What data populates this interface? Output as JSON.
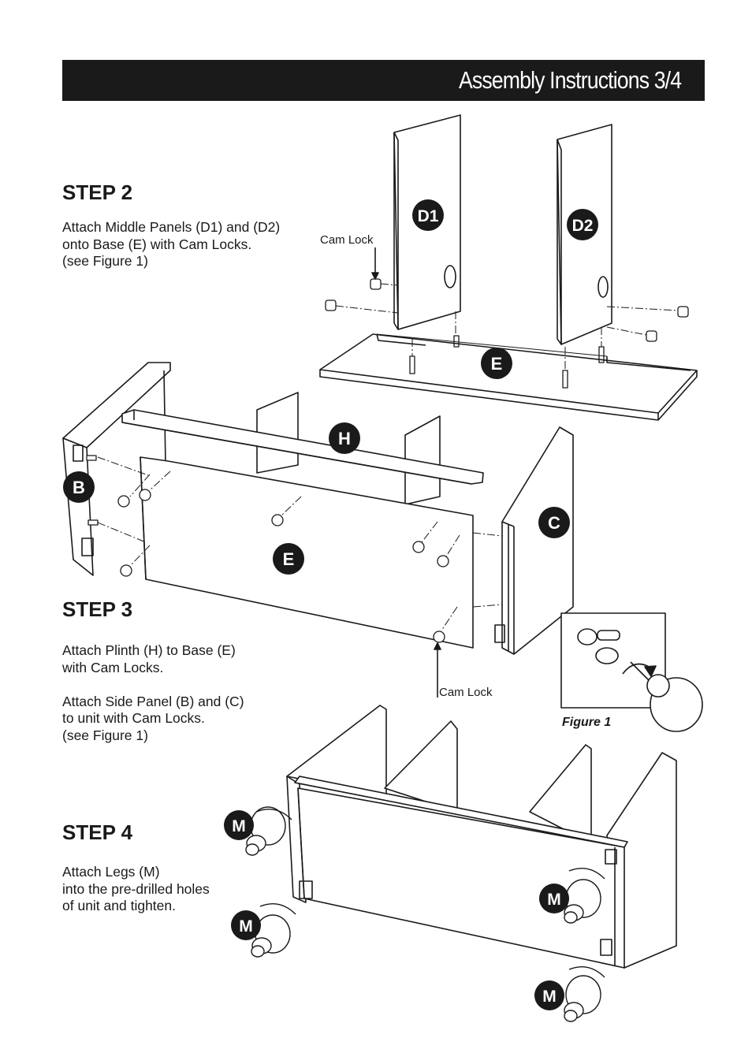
{
  "header": {
    "title": "Assembly Instructions 3/4"
  },
  "steps": [
    {
      "title": "STEP 2",
      "lines": [
        "Attach Middle Panels (D1) and (D2)",
        "onto Base (E) with Cam Locks.",
        "(see Figure 1)"
      ]
    },
    {
      "title": "STEP 3",
      "lines": [
        "Attach Plinth (H) to Base (E)",
        "with Cam Locks.",
        "",
        "Attach Side Panel (B) and (C)",
        "to unit with Cam Locks.",
        "(see Figure 1)"
      ]
    },
    {
      "title": "STEP 4",
      "lines": [
        "Attach Legs (M)",
        "into the pre-drilled holes",
        "of unit and tighten."
      ]
    }
  ],
  "labels": {
    "cam_lock_top": "Cam Lock",
    "cam_lock_bottom": "Cam Lock",
    "figure": "Figure 1"
  },
  "parts": {
    "d1": "D1",
    "d2": "D2",
    "e_top": "E",
    "h": "H",
    "b": "B",
    "c": "C",
    "e_mid": "E",
    "m1": "M",
    "m2": "M",
    "m3": "M",
    "m4": "M"
  }
}
